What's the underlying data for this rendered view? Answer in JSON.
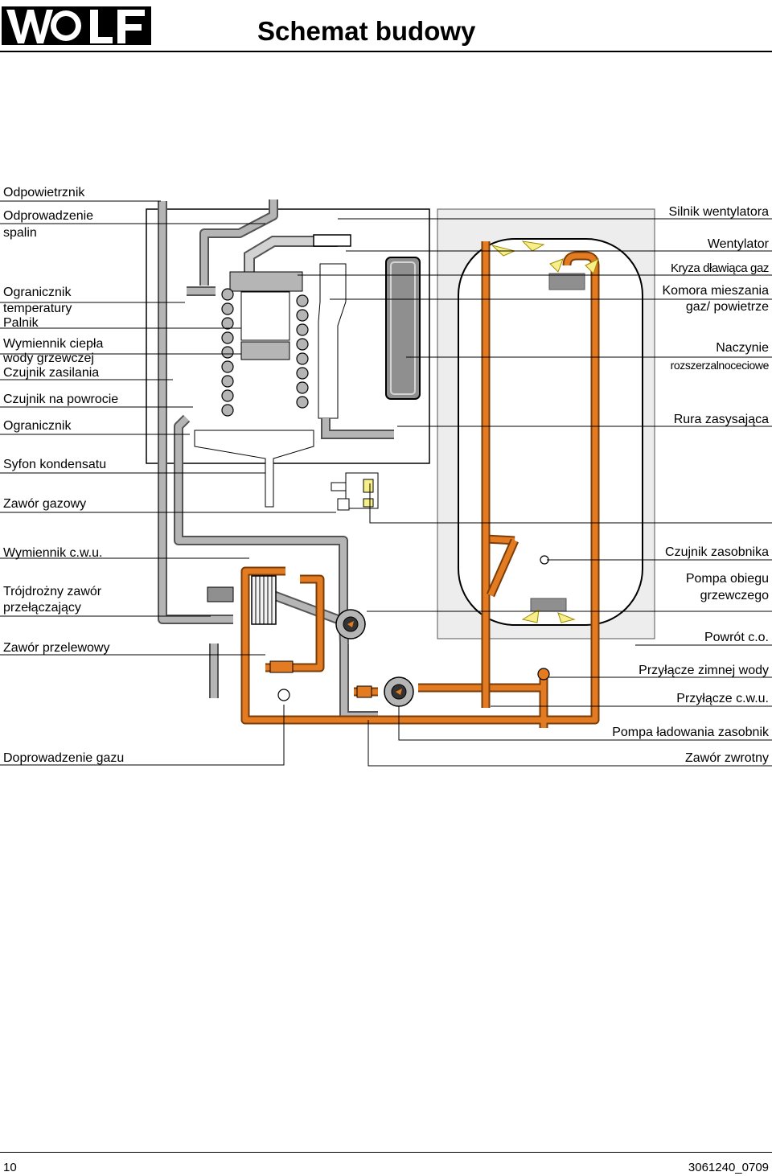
{
  "brand": "WOLF",
  "title": "Schemat budowy",
  "labels_left": [
    "Odpowietrznik",
    "Odprowadzenie",
    "spalin",
    "Ogranicznik",
    "temperatury",
    "Palnik",
    "Wymiennik ciepła",
    "wody grzewczej",
    "Czujnik zasilania",
    "Czujnik na powrocie",
    "Ogranicznik",
    "Syfon kondensatu",
    "Zawór gazowy",
    "Wymiennik c.w.u.",
    "Trójdrożny zawór",
    "przełączający",
    "Zawór przelewowy",
    "Doprowadzenie gazu"
  ],
  "labels_right": [
    "Silnik wentylatora",
    "Wentylator",
    "Kryza dławiąca gaz",
    "Komora mieszania",
    "gaz/ powietrze",
    "Naczynie",
    "rozszerzalnoceciowe",
    "Rura zasysająca",
    "Czujnik zasobnika",
    "Pompa obiegu",
    "grzewczego",
    "Powrót c.o.",
    "Przyłącze zimnej wody",
    "Przyłącze c.w.u.",
    "Pompa ładowania zasobnik",
    "Zawór zwrotny"
  ],
  "footer": {
    "page_number": "10",
    "doc_code": "3061240_0709"
  },
  "colors": {
    "grey_pipe": "#b5b5b5",
    "orange_pipe": "#e37b22",
    "storage_tank_bg": "#ededed",
    "expansion_vessel": "#8f8f8f",
    "flame_yellow": "#f7f08a"
  }
}
